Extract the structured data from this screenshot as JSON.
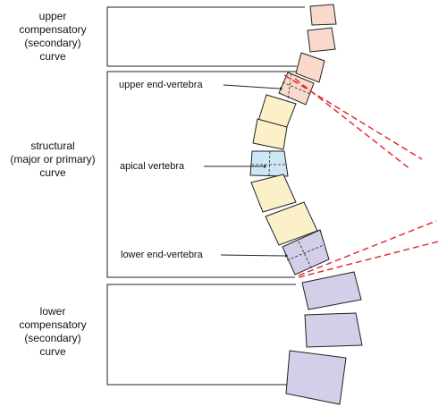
{
  "regions": [
    {
      "name": "upper-compensatory-curve",
      "lines": [
        "upper",
        "compensatory",
        "(secondary)",
        "curve"
      ]
    },
    {
      "name": "structural-curve",
      "lines": [
        "structural",
        "(major or primary)",
        "curve"
      ]
    },
    {
      "name": "lower-compensatory-curve",
      "lines": [
        "lower",
        "compensatory",
        "(secondary)",
        "curve"
      ]
    }
  ],
  "callouts": {
    "upper_end": "upper end-vertebra",
    "apical": "apical vertebra",
    "lower_end": "lower end-vertebra"
  },
  "colors": {
    "compensatory_upper": "#f8d9cc",
    "structural": "#fbf0c8",
    "apical": "#cfe6f5",
    "lower_end": "#d2cfe8",
    "compensatory_lower": "#d2cfe8",
    "cobb_lines": "#e0242a",
    "outline": "#222222"
  }
}
